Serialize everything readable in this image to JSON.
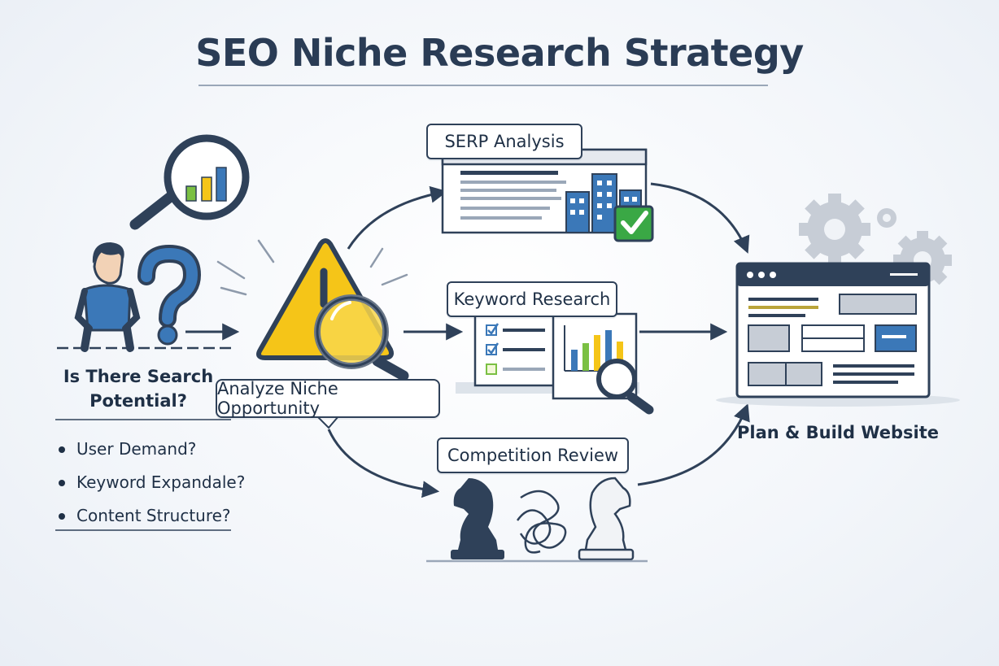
{
  "title": "SEO Niche Research Strategy",
  "question": {
    "title": "Is There Search Potential?",
    "items": [
      "User Demand?",
      "Keyword Expandale?",
      "Content Structure?"
    ]
  },
  "center_label": "Analyze Niche Opportunity",
  "steps": {
    "serp": "SERP Analysis",
    "keyword": "Keyword Research",
    "competition": "Competition Review"
  },
  "website_label": "Plan & Build Website",
  "icons": [
    "magnifier-chart-icon",
    "person-icon",
    "question-mark-icon",
    "warning-triangle-icon",
    "search-icon",
    "serp-page-icon",
    "city-building-icon",
    "check-icon",
    "checklist-icon",
    "bar-chart-icon",
    "chess-knight-icon",
    "tangle-icon",
    "gear-icon",
    "browser-window-icon"
  ],
  "colors": {
    "navy": "#2f4159",
    "accent_blue": "#3b78b8",
    "warning_yellow": "#f5c518",
    "check_green": "#3aa845",
    "chart_green": "#7bc043"
  }
}
